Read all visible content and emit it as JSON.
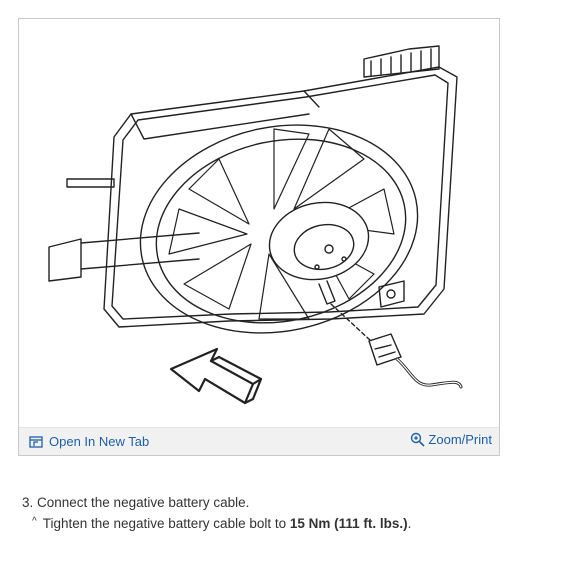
{
  "figure": {
    "diagram_name": "cooling-fan-assembly-diagram",
    "footer": {
      "open_tab_label": "Open In New Tab",
      "zoom_label": "Zoom/Print"
    }
  },
  "instructions": {
    "step_text": "3. Connect the negative battery cable.",
    "sub_marker": "^",
    "sub_text": "Tighten the negative battery cable bolt to ",
    "torque": "15 Nm (111 ft. lbs.)",
    "sub_end": "."
  },
  "icons": {
    "open_tab": "open-in-new-tab-icon",
    "zoom": "magnifier-plus-icon"
  },
  "colors": {
    "link": "#1e5fa8",
    "text": "#333333"
  }
}
